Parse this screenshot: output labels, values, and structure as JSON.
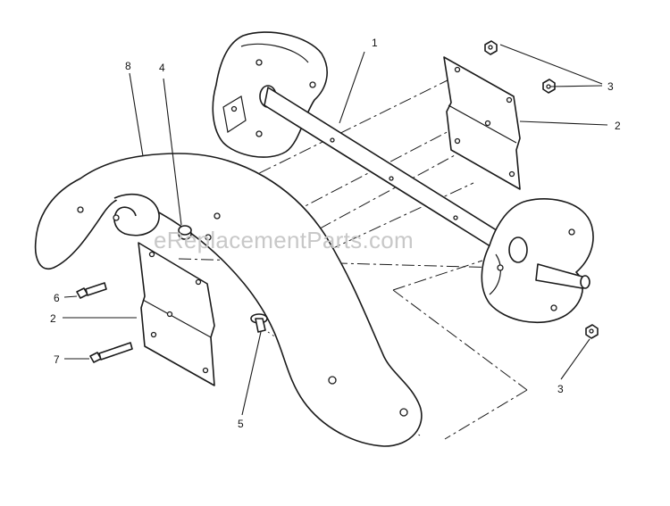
{
  "diagram": {
    "watermark": "eReplacementParts.com",
    "callouts": [
      {
        "id": "c1",
        "label": "1"
      },
      {
        "id": "c2a",
        "label": "2"
      },
      {
        "id": "c2b",
        "label": "2"
      },
      {
        "id": "c3a",
        "label": "3"
      },
      {
        "id": "c3b",
        "label": "3"
      },
      {
        "id": "c4",
        "label": "4"
      },
      {
        "id": "c5",
        "label": "5"
      },
      {
        "id": "c6",
        "label": "6"
      },
      {
        "id": "c7",
        "label": "7"
      },
      {
        "id": "c8",
        "label": "8"
      }
    ]
  },
  "colors": {
    "line": "#1a1a1a",
    "background": "#ffffff",
    "watermark": "#c8c8c8"
  }
}
